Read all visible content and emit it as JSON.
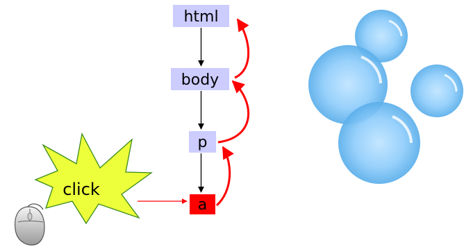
{
  "diagram": {
    "nodes": [
      {
        "id": "html",
        "label": "html",
        "fill": "#ccccff"
      },
      {
        "id": "body",
        "label": "body",
        "fill": "#ccccff"
      },
      {
        "id": "p",
        "label": "p",
        "fill": "#ccccff"
      },
      {
        "id": "a",
        "label": "a",
        "fill": "#ff0000"
      }
    ],
    "click_label": "click",
    "colors": {
      "node_fill": "#ccccff",
      "target_fill": "#ff0000",
      "bubble_arrow": "#ff0000",
      "down_arrow": "#000000",
      "starburst": "#ecff3a",
      "starburst_stroke": "#3a8a1a",
      "bubble": "#6fbaf2"
    },
    "icons": [
      "mouse-icon",
      "starburst-icon",
      "bubbles-icon"
    ]
  }
}
